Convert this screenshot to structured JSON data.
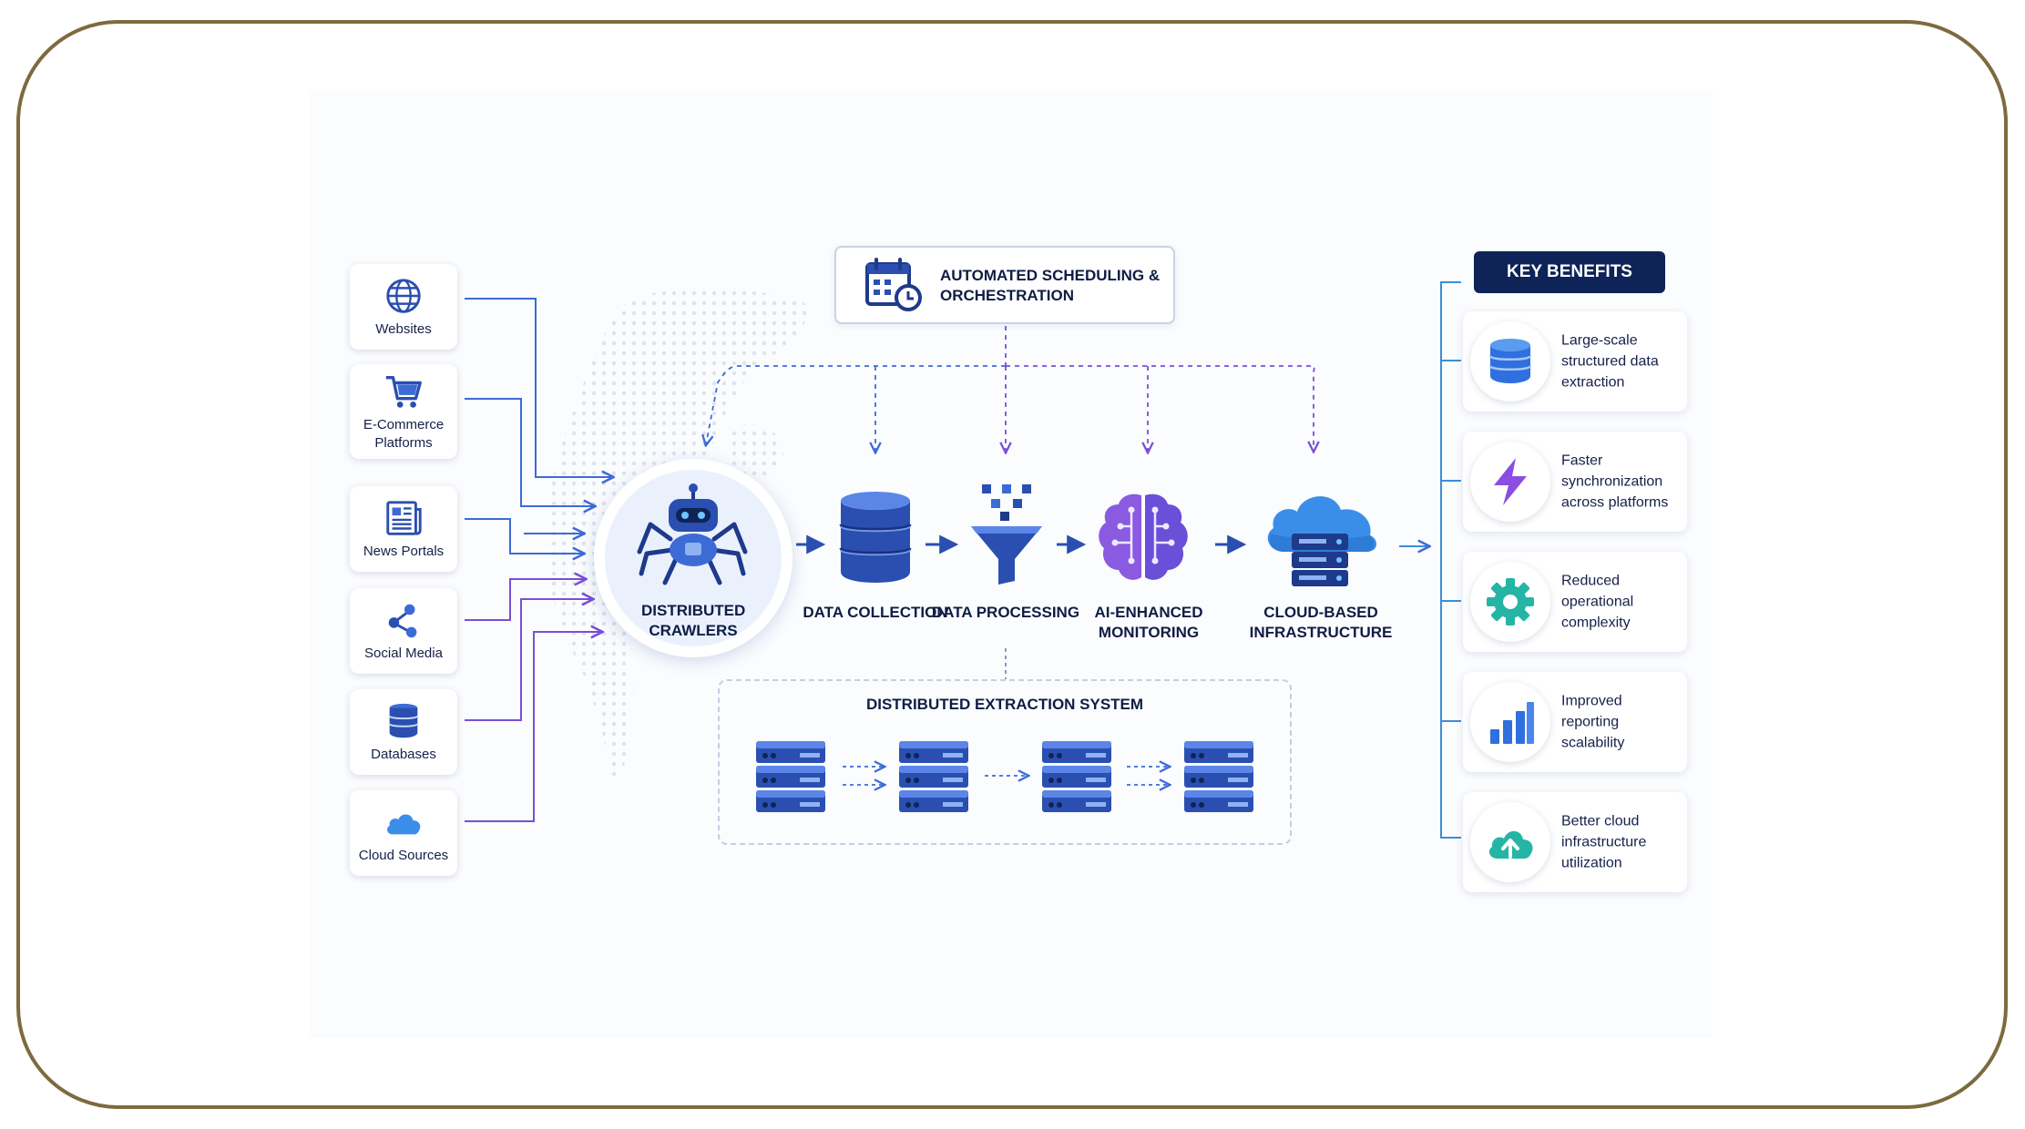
{
  "sources": [
    {
      "label": "Websites",
      "icon": "globe-icon"
    },
    {
      "label": "E-Commerce Platforms",
      "icon": "shopping-cart-icon"
    },
    {
      "label": "News Portals",
      "icon": "newspaper-icon"
    },
    {
      "label": "Social Media",
      "icon": "share-network-icon"
    },
    {
      "label": "Databases",
      "icon": "database-icon"
    },
    {
      "label": "Cloud Sources",
      "icon": "cloud-icon"
    }
  ],
  "crawler": {
    "label": "DISTRIBUTED CRAWLERS",
    "icon": "robot-spider-icon"
  },
  "scheduler": {
    "label": "AUTOMATED SCHEDULING & ORCHESTRATION",
    "icon": "calendar-clock-icon"
  },
  "stages": [
    {
      "label": "DATA COLLECTION",
      "icon": "database-stack-icon"
    },
    {
      "label": "DATA PROCESSING",
      "icon": "funnel-icon"
    },
    {
      "label": "AI-ENHANCED MONITORING",
      "icon": "brain-circuit-icon"
    },
    {
      "label": "CLOUD-BASED INFRASTRUCTURE",
      "icon": "cloud-server-icon"
    }
  ],
  "extraction_system": {
    "title": "DISTRIBUTED EXTRACTION SYSTEM",
    "server_icon": "server-rack-icon"
  },
  "benefits": {
    "title": "KEY BENEFITS",
    "items": [
      {
        "label": "Large-scale structured data extraction",
        "icon": "database-icon"
      },
      {
        "label": "Faster synchronization across platforms",
        "icon": "lightning-icon"
      },
      {
        "label": "Reduced operational complexity",
        "icon": "gear-icon"
      },
      {
        "label": "Improved reporting scalability",
        "icon": "bar-chart-icon"
      },
      {
        "label": "Better cloud infrastructure utilization",
        "icon": "cloud-upload-icon"
      }
    ]
  },
  "colors": {
    "navy": "#0e2358",
    "blue": "#2f5fd0",
    "arrow_blue": "#3d6bd6",
    "purple": "#7a4fd6",
    "teal": "#25b5a5",
    "frame": "#7d6a3f"
  }
}
